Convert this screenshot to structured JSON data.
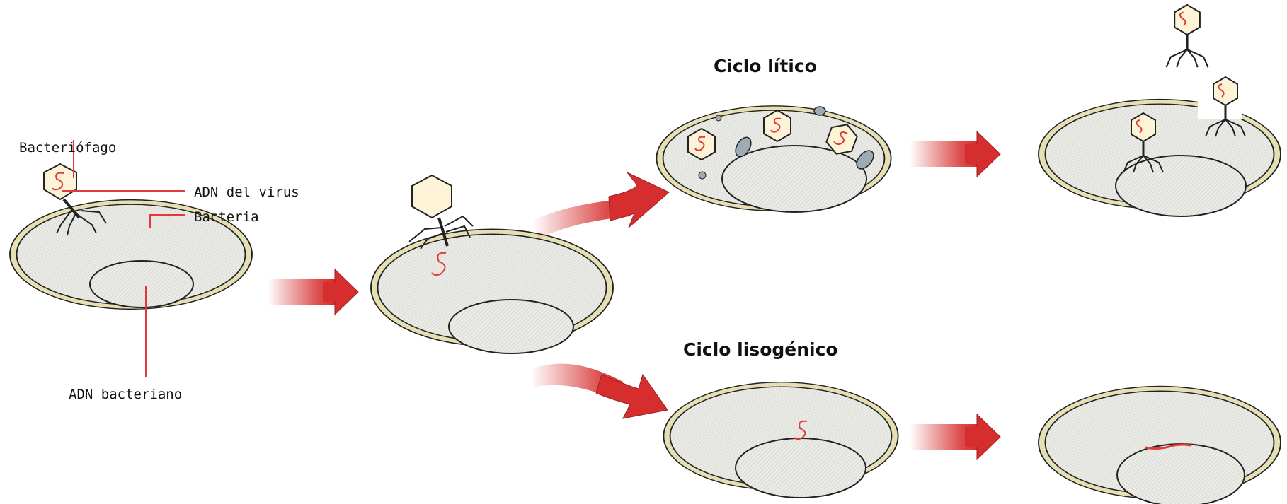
{
  "labels": {
    "bacteriophage": "Bacteriófago",
    "viral_dna": "ADN del virus",
    "bacterium": "Bacteria",
    "bacterial_dna": "ADN bacteriano"
  },
  "titles": {
    "lytic": "Ciclo lítico",
    "lysogenic": "Ciclo lisogénico"
  },
  "colors": {
    "arrow": "#d62e2e",
    "membrane": "#d8d0a0",
    "cytoplasm": "#e8e8e4",
    "viral_dna": "#e03a3a",
    "phage_head": "#fdf3d6"
  }
}
